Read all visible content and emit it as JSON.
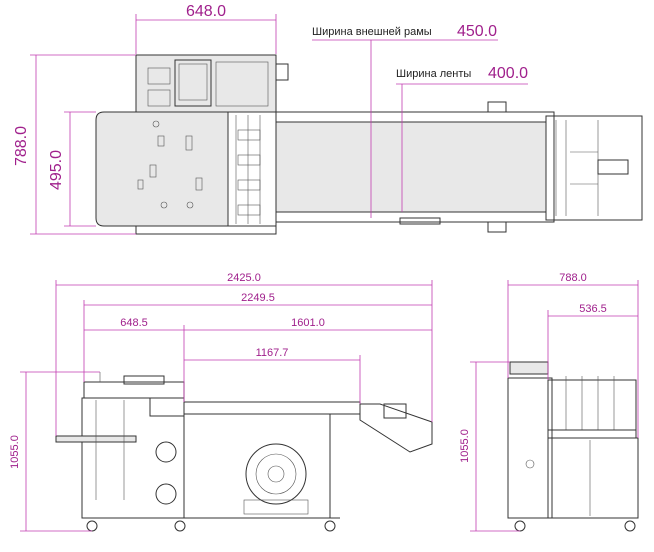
{
  "top_view": {
    "width_dim": "648.0",
    "length_dim": "788.0",
    "depth_dim": "495.0",
    "frame_width_label": "Ширина внешней рамы",
    "frame_width_value": "450.0",
    "belt_width_label": "Ширина ленты",
    "belt_width_value": "400.0"
  },
  "front_view": {
    "total_length": "2425.0",
    "length_2": "2249.5",
    "left_part": "648.5",
    "right_part": "1601.0",
    "belt_part": "1167.7",
    "height": "1055.0"
  },
  "side_view": {
    "depth_total": "788.0",
    "depth_inner": "536.5",
    "height": "1055.0"
  },
  "colors": {
    "dimension": "#a0208c",
    "line": "#333333"
  }
}
